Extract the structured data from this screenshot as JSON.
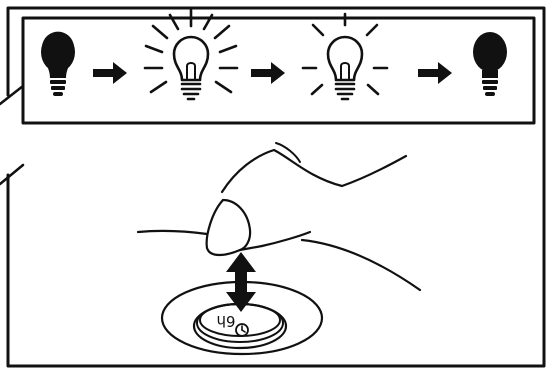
{
  "sequence": [
    {
      "state": "off",
      "icon": "bulb-off-icon"
    },
    {
      "state": "bright",
      "icon": "bulb-bright-icon"
    },
    {
      "state": "dim",
      "icon": "bulb-dim-icon"
    },
    {
      "state": "off",
      "icon": "bulb-off-icon"
    }
  ],
  "button": {
    "label": "6h",
    "icon": "clock-icon"
  },
  "colors": {
    "ink": "#111111",
    "background": "#ffffff"
  }
}
